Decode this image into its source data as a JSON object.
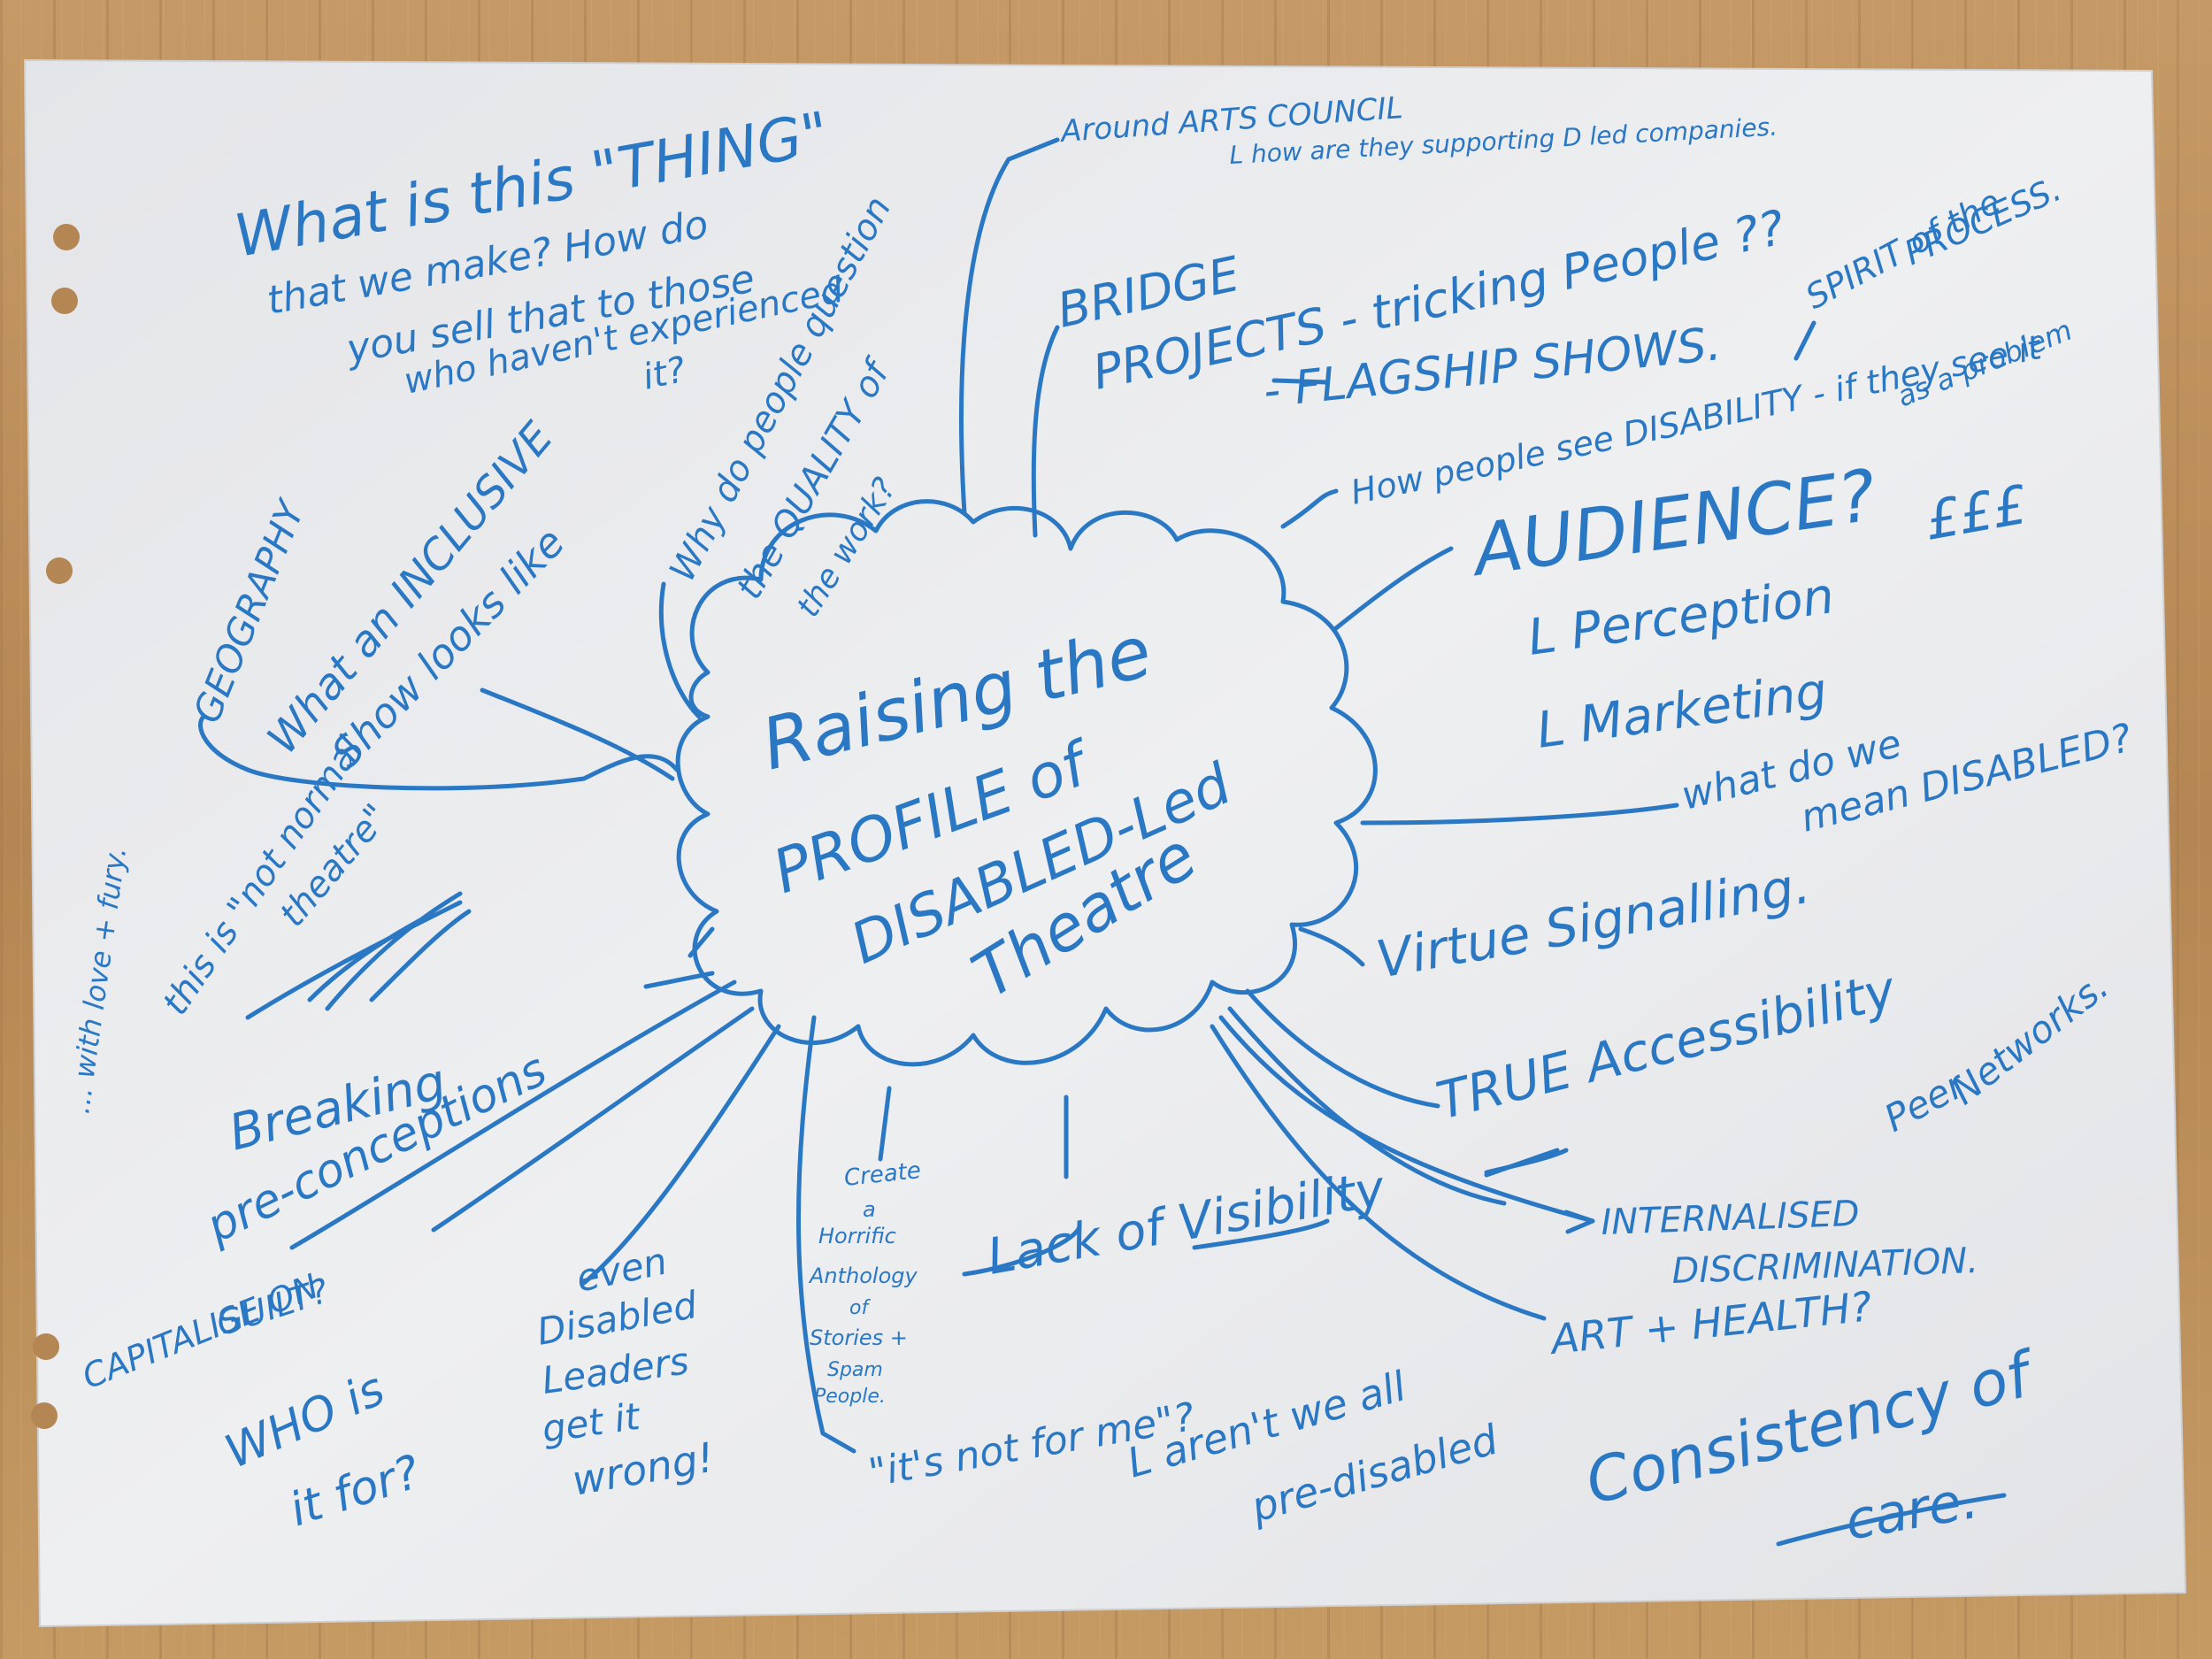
{
  "center": {
    "line1": "Raising the",
    "line2": "PROFILE of",
    "line3": "DISABLED-Led",
    "line4": "Theatre"
  },
  "notes": {
    "what_is_1": "What is this \"THING\"",
    "what_is_2": "that we make? How do",
    "what_is_3": "you sell that to those",
    "what_is_4": "who haven't experienced",
    "what_is_5": "it?",
    "arts_council_1": "Around ARTS COUNCIL",
    "arts_council_2": "L how are they supporting D led companies.",
    "bridge_1": "BRIDGE",
    "bridge_2": "PROJECTS - tricking People ??",
    "flagship": "- FLAGSHIP SHOWS.",
    "spirit_1": "SPIRIT of the",
    "spirit_2": "PROCESS.",
    "how_people": "How people see DISABILITY - if they see it",
    "as_problem": "as a problem",
    "audience": "AUDIENCE?",
    "money": "£££",
    "perception": "L Perception",
    "marketing": "L Marketing",
    "what_disabled_1": "what do we",
    "what_disabled_2": "mean DISABLED?",
    "virtue": "Virtue Signalling.",
    "true_access": "TRUE Accessibility",
    "peer_1": "Peer",
    "peer_2": "Networks.",
    "internalised_1": "INTERNALISED",
    "internalised_2": "DISCRIMINATION.",
    "art_health": "ART + HEALTH?",
    "consistency_1": "Consistency of",
    "consistency_2": "care.",
    "why_quality_1": "Why do people question",
    "why_quality_2": "the QUALITY of",
    "why_quality_3": "the work?",
    "geography": "GEOGRAPHY",
    "inclusive_1": "What an INCLUSIVE",
    "inclusive_2": "Show looks like",
    "not_normal_1": "this is \"not normal",
    "not_normal_2": "theatre\"",
    "love_fury": "... with love + fury.",
    "breaking_1": "Breaking",
    "breaking_2": "pre-conceptions",
    "capitalise_1": "CAPITALISE ON",
    "capitalise_2": "GUILT?",
    "who_for_1": "WHO is",
    "who_for_2": "it for?",
    "even_1": "even",
    "even_2": "Disabled",
    "even_3": "Leaders",
    "even_4": "get it",
    "even_5": "wrong!",
    "create_1": "Create",
    "create_2": "a",
    "create_3": "Horrific",
    "create_4": "Anthology",
    "create_5": "of",
    "create_6": "Stories +",
    "create_7": "Spam",
    "create_8": "People.",
    "not_for_me": "\"it's not for me\"?",
    "pre_disabled_1": "L aren't we all",
    "pre_disabled_2": "pre-disabled",
    "lack_visibility": "Lack of Visibility"
  },
  "colors": {
    "ink": "#2a78c4",
    "paper": "#ebecef",
    "table": "#b98e5a"
  }
}
